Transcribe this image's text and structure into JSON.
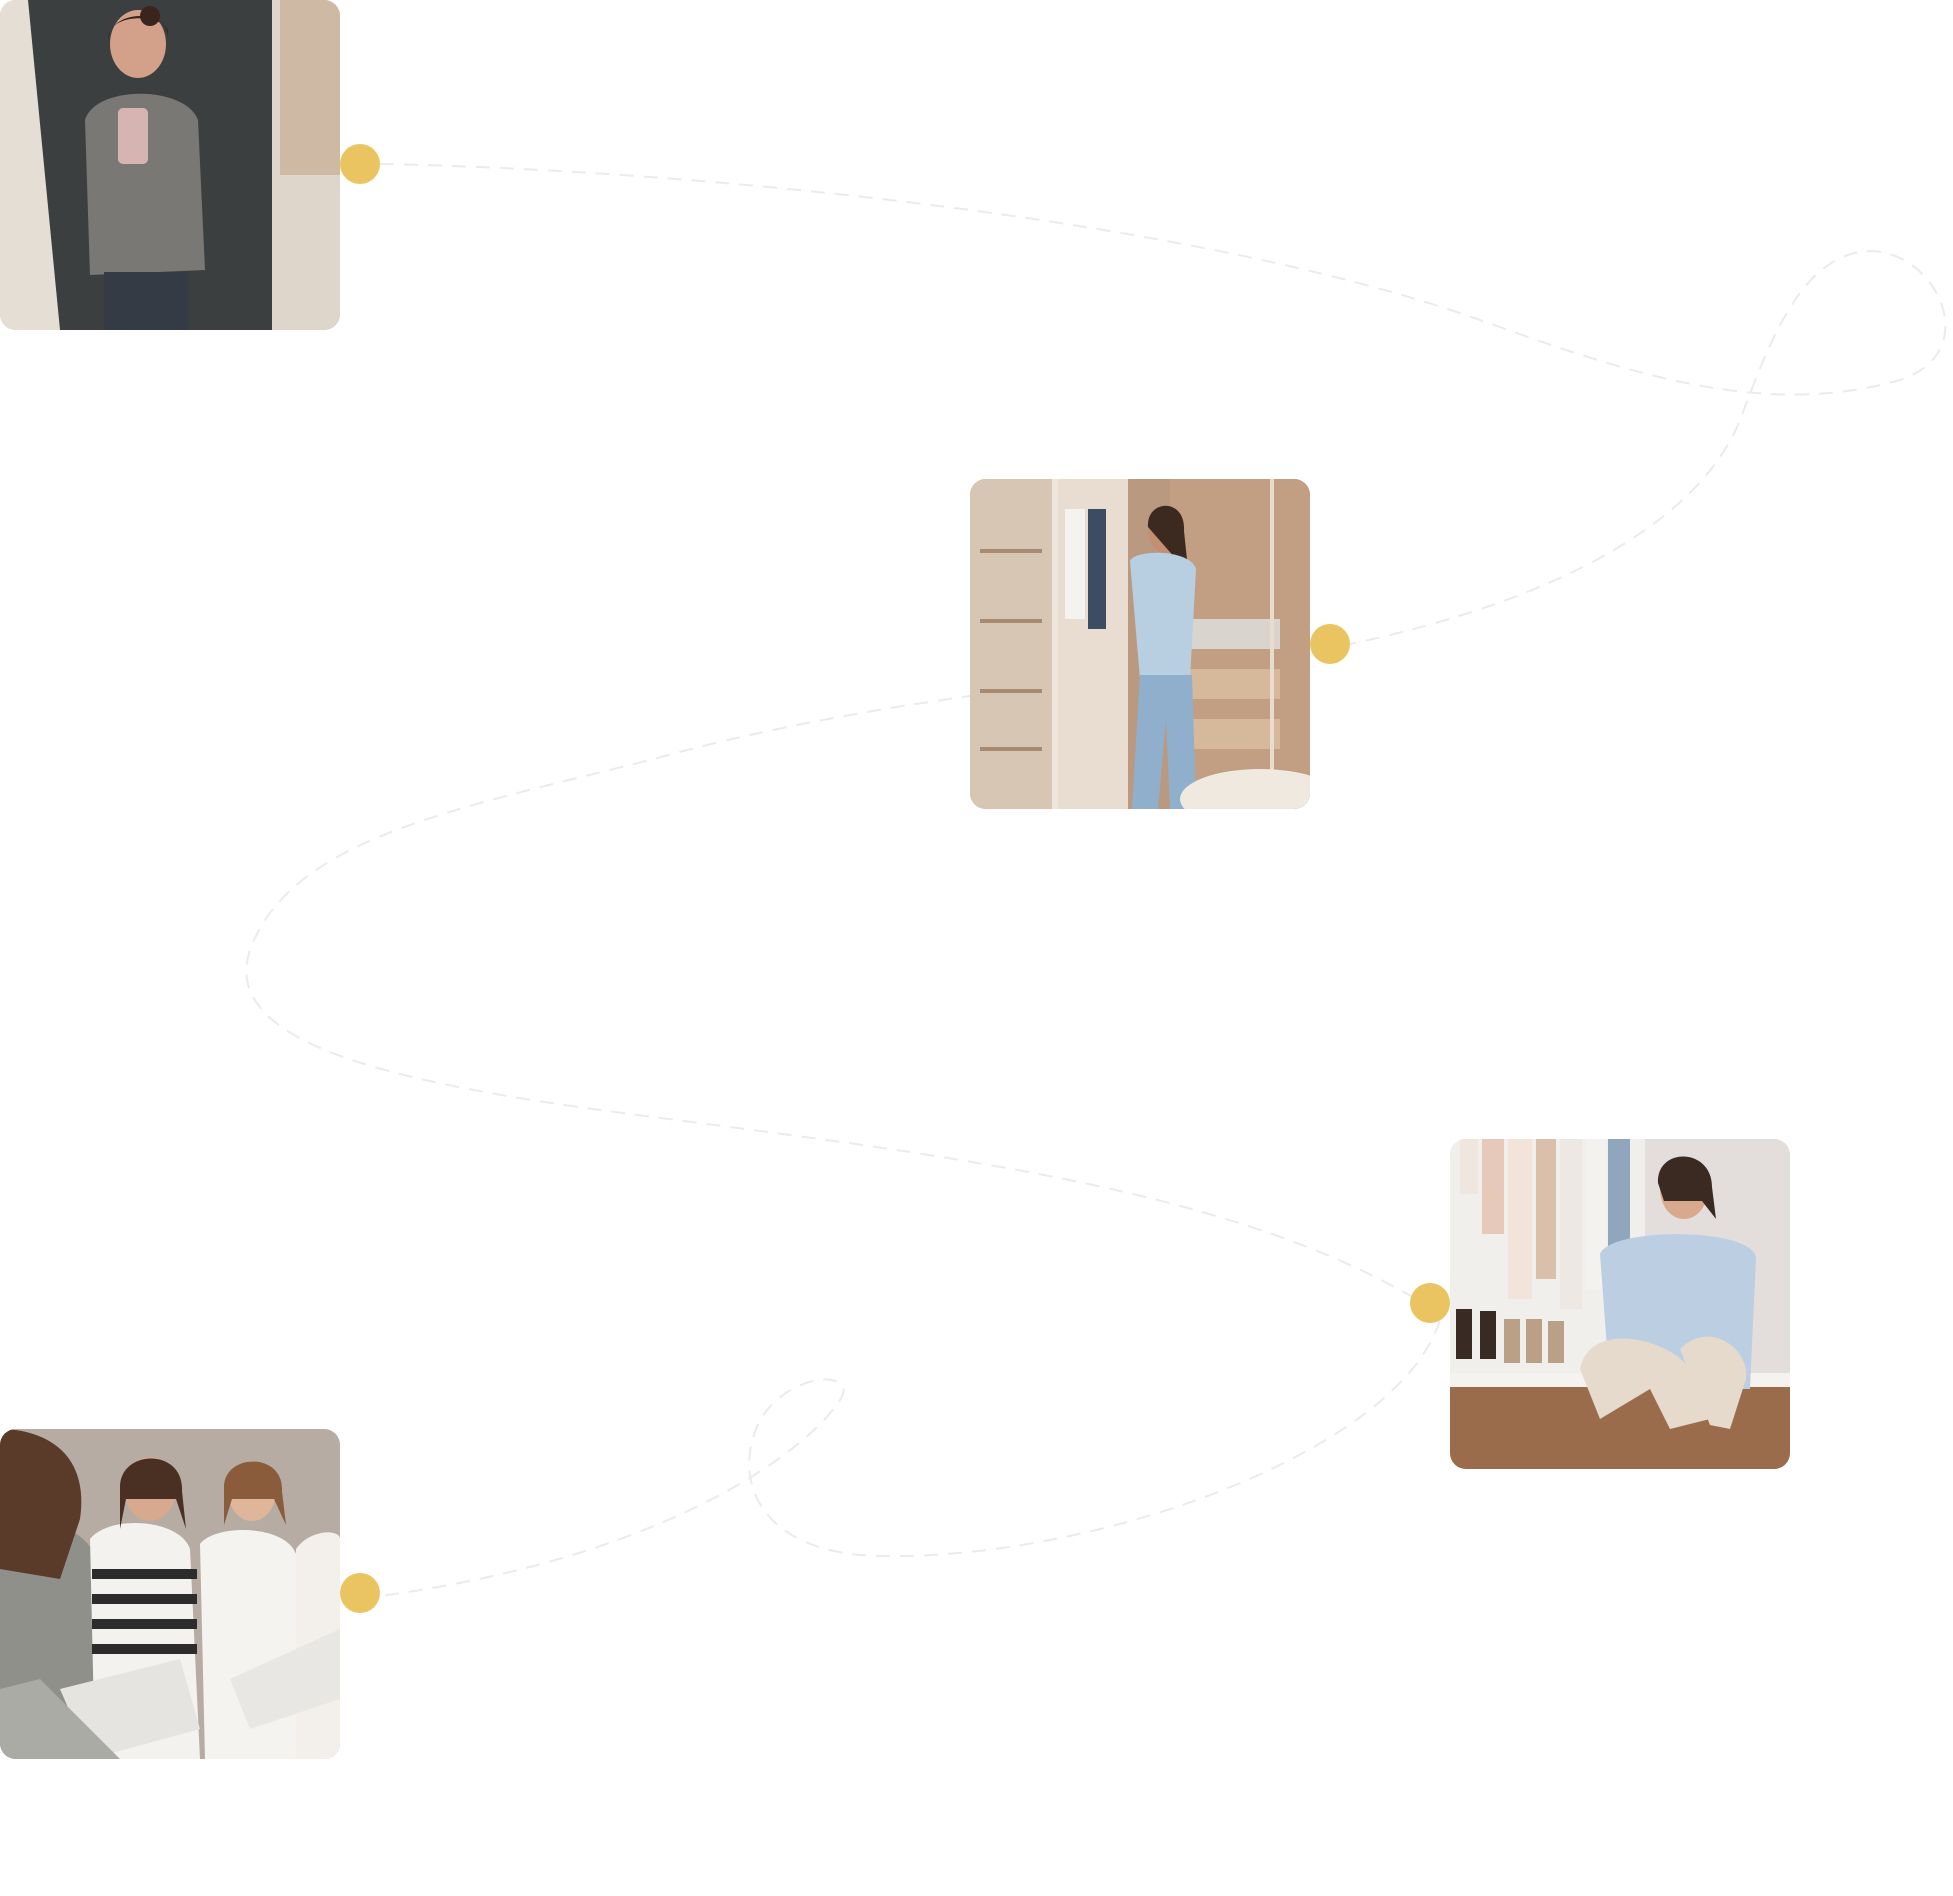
{
  "colors": {
    "background": "#ffffff",
    "marker": "#e9c460",
    "path": "#ecebe7"
  },
  "timeline": {
    "steps": [
      {
        "icon": "photo-fitting-room-selfie"
      },
      {
        "icon": "photo-wardrobe-organizing"
      },
      {
        "icon": "photo-sitting-by-wardrobe"
      },
      {
        "icon": "photo-group-with-magazines"
      }
    ]
  }
}
